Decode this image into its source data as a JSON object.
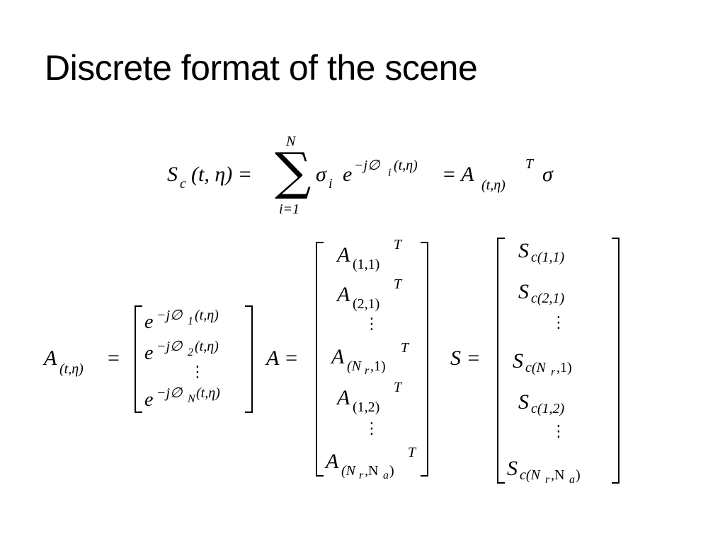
{
  "slide": {
    "title": "Discrete format of the scene"
  },
  "eq1": {
    "lhs_S": "S",
    "lhs_sub_c": "c",
    "lhs_args": "(t, η) =",
    "sum_upper": "N",
    "sum_lower": "i=1",
    "sigma_i": "σ",
    "sigma_i_sub": "i",
    "e": "e",
    "exp_1": "−j∅",
    "exp_sub_i": "i",
    "exp_args": "(t,η)",
    "eq_sign_2": "= A",
    "A_sub": "(t,η)",
    "A_sup": "T",
    "sigma_final": "σ"
  },
  "eq2": {
    "A_left": "A",
    "A_left_sub": "(t,η)",
    "eq_sign": "=",
    "rows": [
      {
        "e": "e",
        "exp": "−j∅",
        "idx": "1",
        "args": "(t,η)"
      },
      {
        "e": "e",
        "exp": "−j∅",
        "idx": "2",
        "args": "(t,η)"
      },
      {
        "e": "e",
        "exp": "−j∅",
        "idx": "N",
        "args": "(t,η)"
      }
    ],
    "vdots": "⋮"
  },
  "eq3": {
    "A_left": "A =",
    "rows": [
      {
        "base": "A",
        "sub": "(1,1)",
        "sup": "T"
      },
      {
        "base": "A",
        "sub": "(2,1)",
        "sup": "T"
      },
      {
        "base": "A",
        "sub_a": "(N",
        "sub_b": "r",
        "sub_c": ",1)",
        "sup": "T"
      },
      {
        "base": "A",
        "sub": "(1,2)",
        "sup": "T"
      },
      {
        "base": "A",
        "sub_a": "(N",
        "sub_b": "r",
        "sub_c": ",N",
        "sub_d": "a",
        "sub_e": ")",
        "sup": "T"
      }
    ],
    "vdots": "⋮"
  },
  "eq4": {
    "S_left": "S =",
    "rows": [
      {
        "base": "S",
        "sub": "c(1,1)"
      },
      {
        "base": "S",
        "sub": "c(2,1)"
      },
      {
        "base": "S",
        "sub_a": "c(N",
        "sub_b": "r",
        "sub_c": ",1)"
      },
      {
        "base": "S",
        "sub": "c(1,2)"
      },
      {
        "base": "S",
        "sub_a": "c(N",
        "sub_b": "r",
        "sub_c": ",N",
        "sub_d": "a",
        "sub_e": ")"
      }
    ],
    "vdots": "⋮"
  }
}
